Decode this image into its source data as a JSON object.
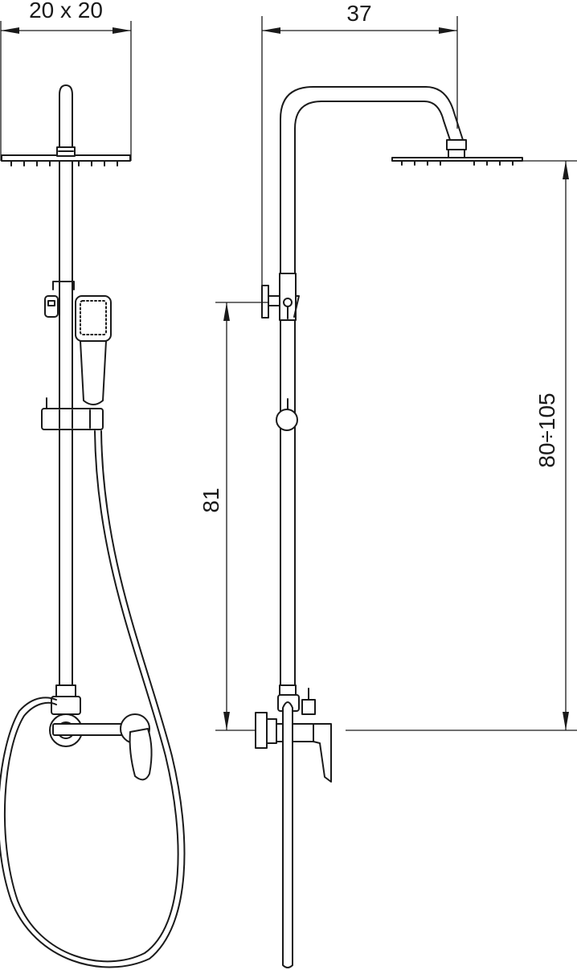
{
  "dimensions": {
    "head_size": "20 x 20",
    "column_reach": "37",
    "mixer_to_holder": "81",
    "head_height": "80÷105"
  }
}
